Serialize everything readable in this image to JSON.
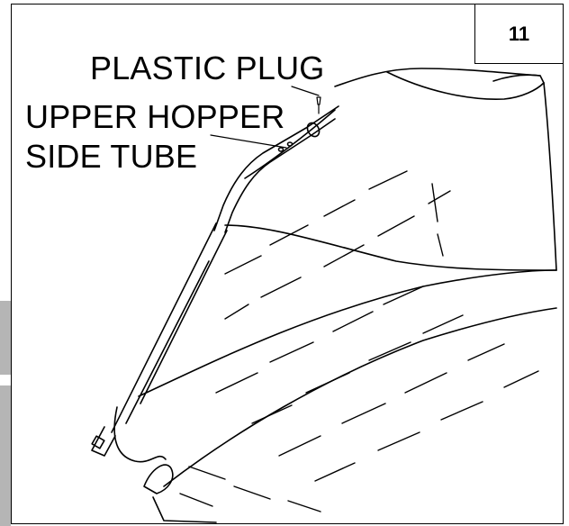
{
  "step_number": "11",
  "labels": {
    "plastic_plug": "PLASTIC PLUG",
    "upper_hopper_line1": "UPPER HOPPER",
    "upper_hopper_line2": "SIDE TUBE"
  },
  "colors": {
    "line": "#000000",
    "background": "#ffffff",
    "side_tab": "#b5b5b5"
  }
}
